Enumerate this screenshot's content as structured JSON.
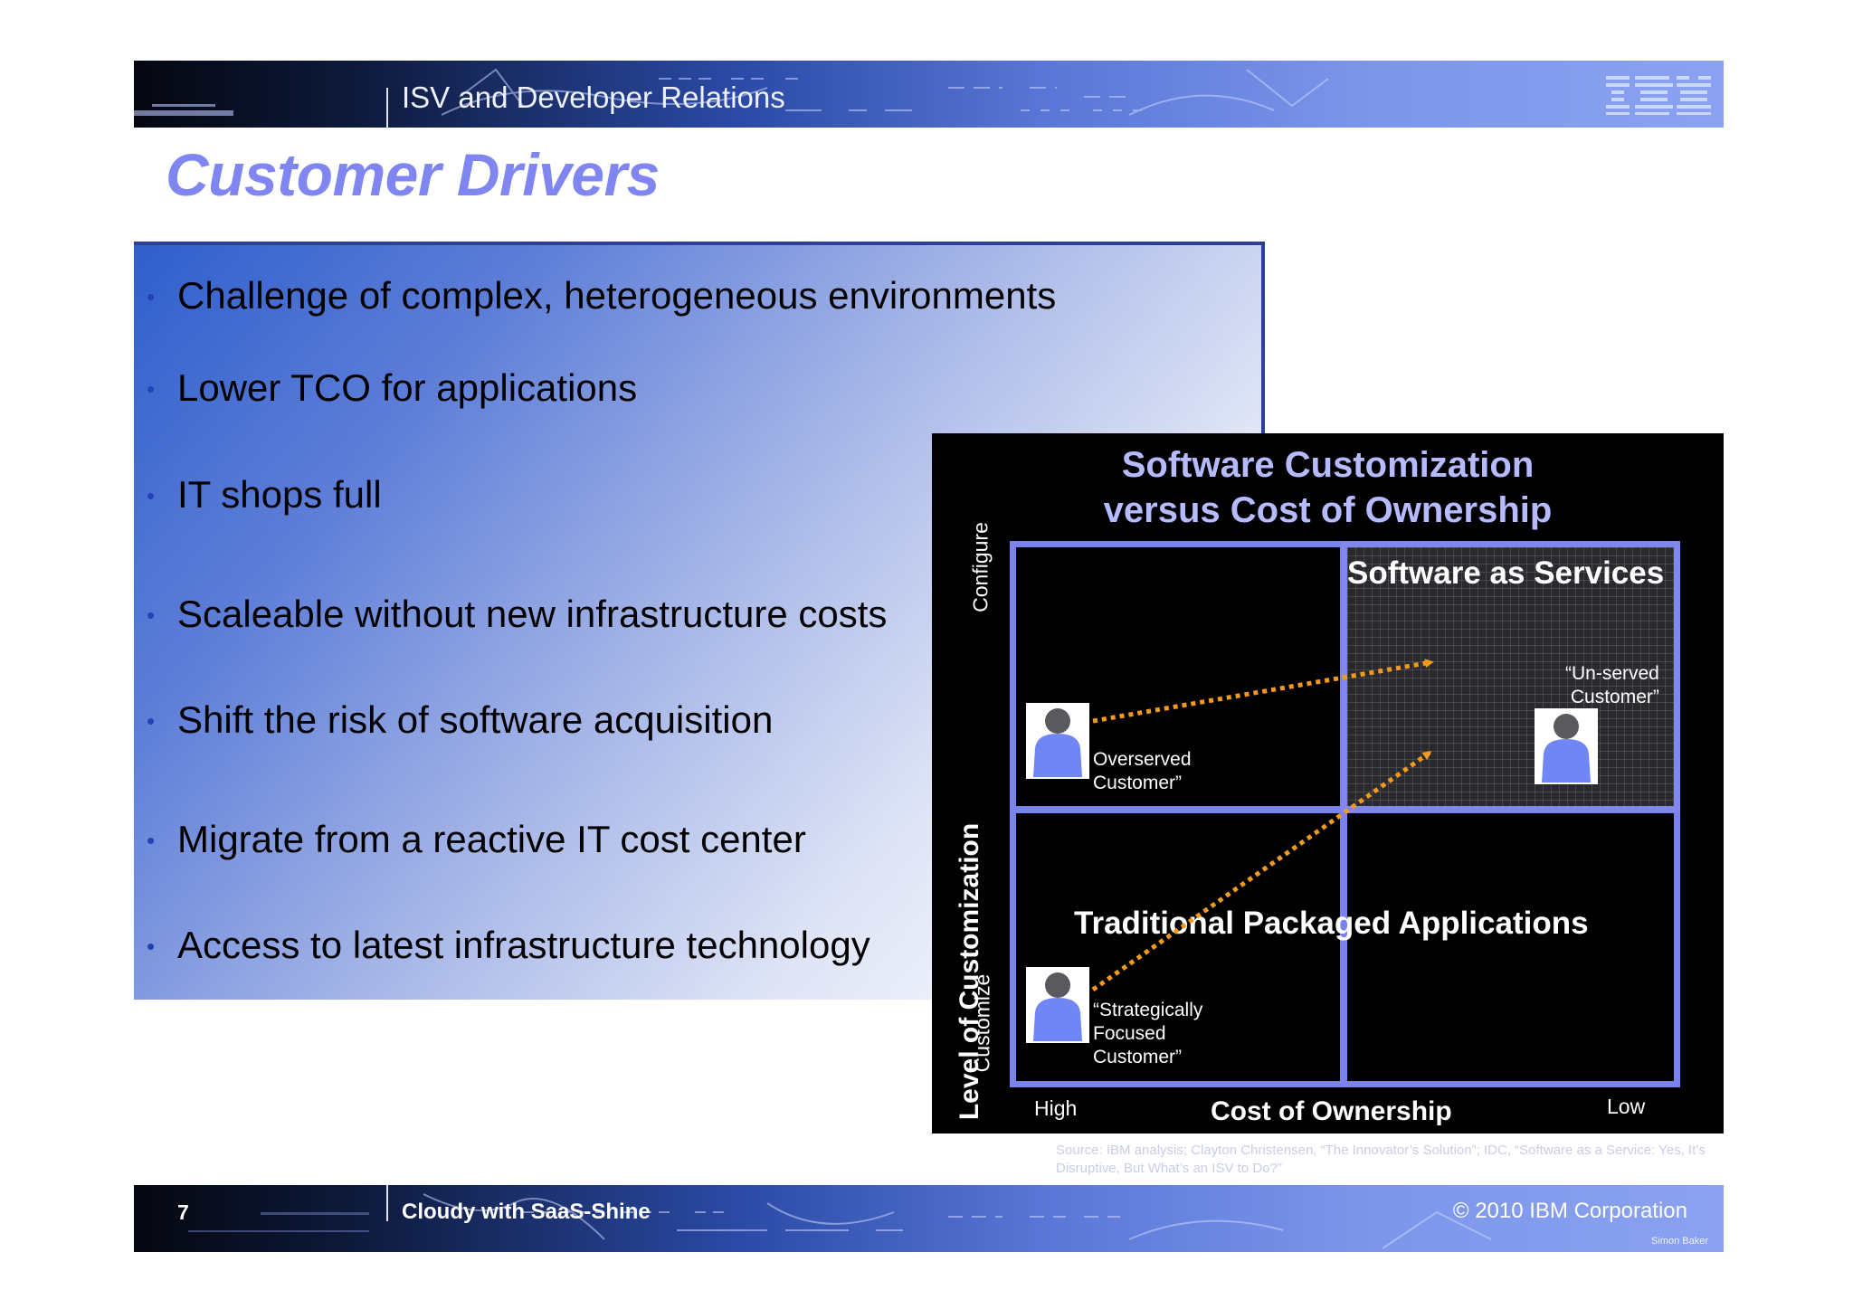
{
  "header": {
    "label": "ISV and Developer Relations",
    "logo_text": "IBM"
  },
  "title": "Customer Drivers",
  "bullets": [
    "Challenge of complex, heterogeneous environments",
    "Lower TCO for applications",
    "IT shops full",
    "Scaleable without new infrastructure costs",
    "Shift the risk of software acquisition",
    "Migrate from a reactive IT cost center",
    "Access to latest infrastructure technology"
  ],
  "bullet_symbol": "•",
  "diagram": {
    "title_line1": "Software Customization",
    "title_line2": "versus Cost of Ownership",
    "y_axis_title": "Level of Customization",
    "y_tick_top": "Configure",
    "y_tick_bottom": "Customize",
    "x_axis_title": "Cost of Ownership",
    "x_tick_left": "High",
    "x_tick_right": "Low",
    "quadrant_top_right_label": "Software as Services",
    "quadrant_bottom_label": "Traditional Packaged Applications",
    "overserved_line1": "Overserved",
    "overserved_line2": "Customer”",
    "unserved_line1": "“Un-served",
    "unserved_line2": "Customer”",
    "strategic_line1": "“Strategically",
    "strategic_line2": "Focused",
    "strategic_line3": "Customer”",
    "arrow_color": "#f39a1e",
    "grid_color": "#7a82ee",
    "person_color": "#6f86f4"
  },
  "source_note": "Source: IBM analysis; Clayton Christensen, “The Innovator’s Solution”; IDC, “Software as a Service: Yes, It’s Disruptive, But What’s an ISV to Do?”",
  "footer": {
    "page_number": "7",
    "title": "Cloudy with SaaS-Shine",
    "copyright": "© 2010 IBM Corporation",
    "author": "Simon Baker"
  },
  "colors": {
    "title": "#7f86f1",
    "bullet_dot": "#2342b8",
    "band_dark": "#05070f",
    "band_light": "#8aa2f0"
  }
}
